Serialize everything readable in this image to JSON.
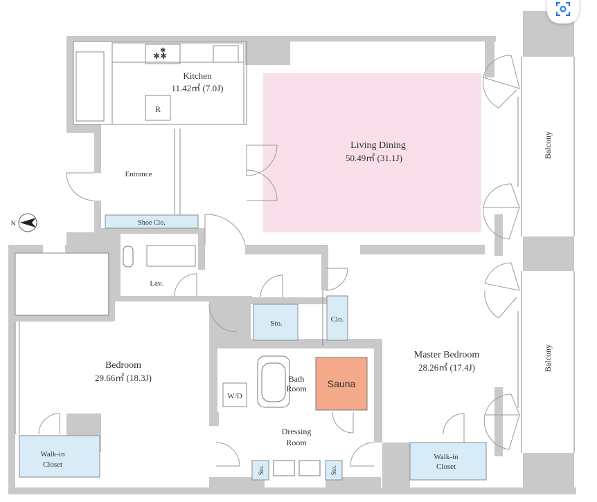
{
  "rooms": {
    "kitchen": {
      "name": "Kitchen",
      "area": "11.42㎡ (7.0J)"
    },
    "living": {
      "name": "Living Dining",
      "area": "50.49㎡ (31.1J)"
    },
    "entrance": {
      "name": "Entrance"
    },
    "shoe": {
      "name": "Shoe Clo."
    },
    "lav": {
      "name": "Lav."
    },
    "bedroom": {
      "name": "Bedroom",
      "area": "29.66㎡ (18.3J)"
    },
    "master": {
      "name": "Master Bedroom",
      "area": "28.26㎡ (17.4J)"
    },
    "sto": {
      "name": "Sto."
    },
    "clo": {
      "name": "Clo."
    },
    "bath_1": {
      "name": "Bath"
    },
    "bath_2": {
      "name": "Room"
    },
    "sauna": {
      "name": "Sauna"
    },
    "wd": {
      "name": "W/D"
    },
    "dressing_1": {
      "name": "Dressing"
    },
    "dressing_2": {
      "name": "Room"
    },
    "walkin_left_1": {
      "name": "Walk-in"
    },
    "walkin_left_2": {
      "name": "Closet"
    },
    "walkin_right_1": {
      "name": "Walk-in"
    },
    "walkin_right_2": {
      "name": "Closet"
    },
    "sto_small_left": {
      "name": "Sto."
    },
    "sto_small_right": {
      "name": "Sto."
    },
    "balcony_top": {
      "name": "Balcony"
    },
    "balcony_bottom": {
      "name": "Balcony"
    },
    "fridge": {
      "name": "R"
    }
  },
  "compass": {
    "north": "N"
  },
  "colors": {
    "living_fill": "#f8dfe9",
    "storage_fill": "#d7ecf7",
    "sauna_fill": "#f4a98a",
    "wall": "#c9c9c9"
  },
  "icons": {
    "zoom": "focus-scan-icon"
  }
}
